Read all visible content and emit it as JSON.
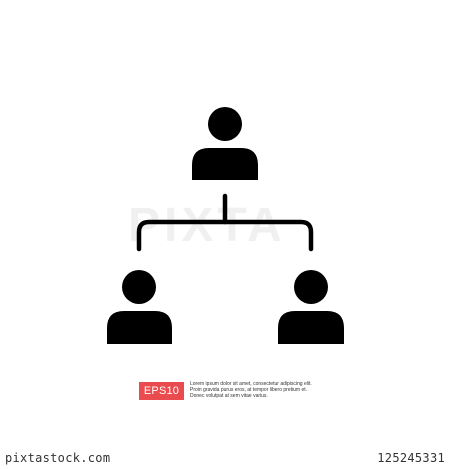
{
  "watermark": {
    "text": "PIXTA"
  },
  "badge": {
    "label": "EPS10",
    "color": "#ea4b4e"
  },
  "caption": {
    "lines": [
      "Lorem ipsum dolor sit amet, consectetur adipiscing elit.",
      "Proin gravida purus eros, at tempor libero pretium et.",
      "Donec volutpat at sem vitae varius."
    ]
  },
  "footer": {
    "site": "pixtastock.com",
    "id": "125245331"
  },
  "colors": {
    "icon": "#000000",
    "background": "#ffffff"
  }
}
